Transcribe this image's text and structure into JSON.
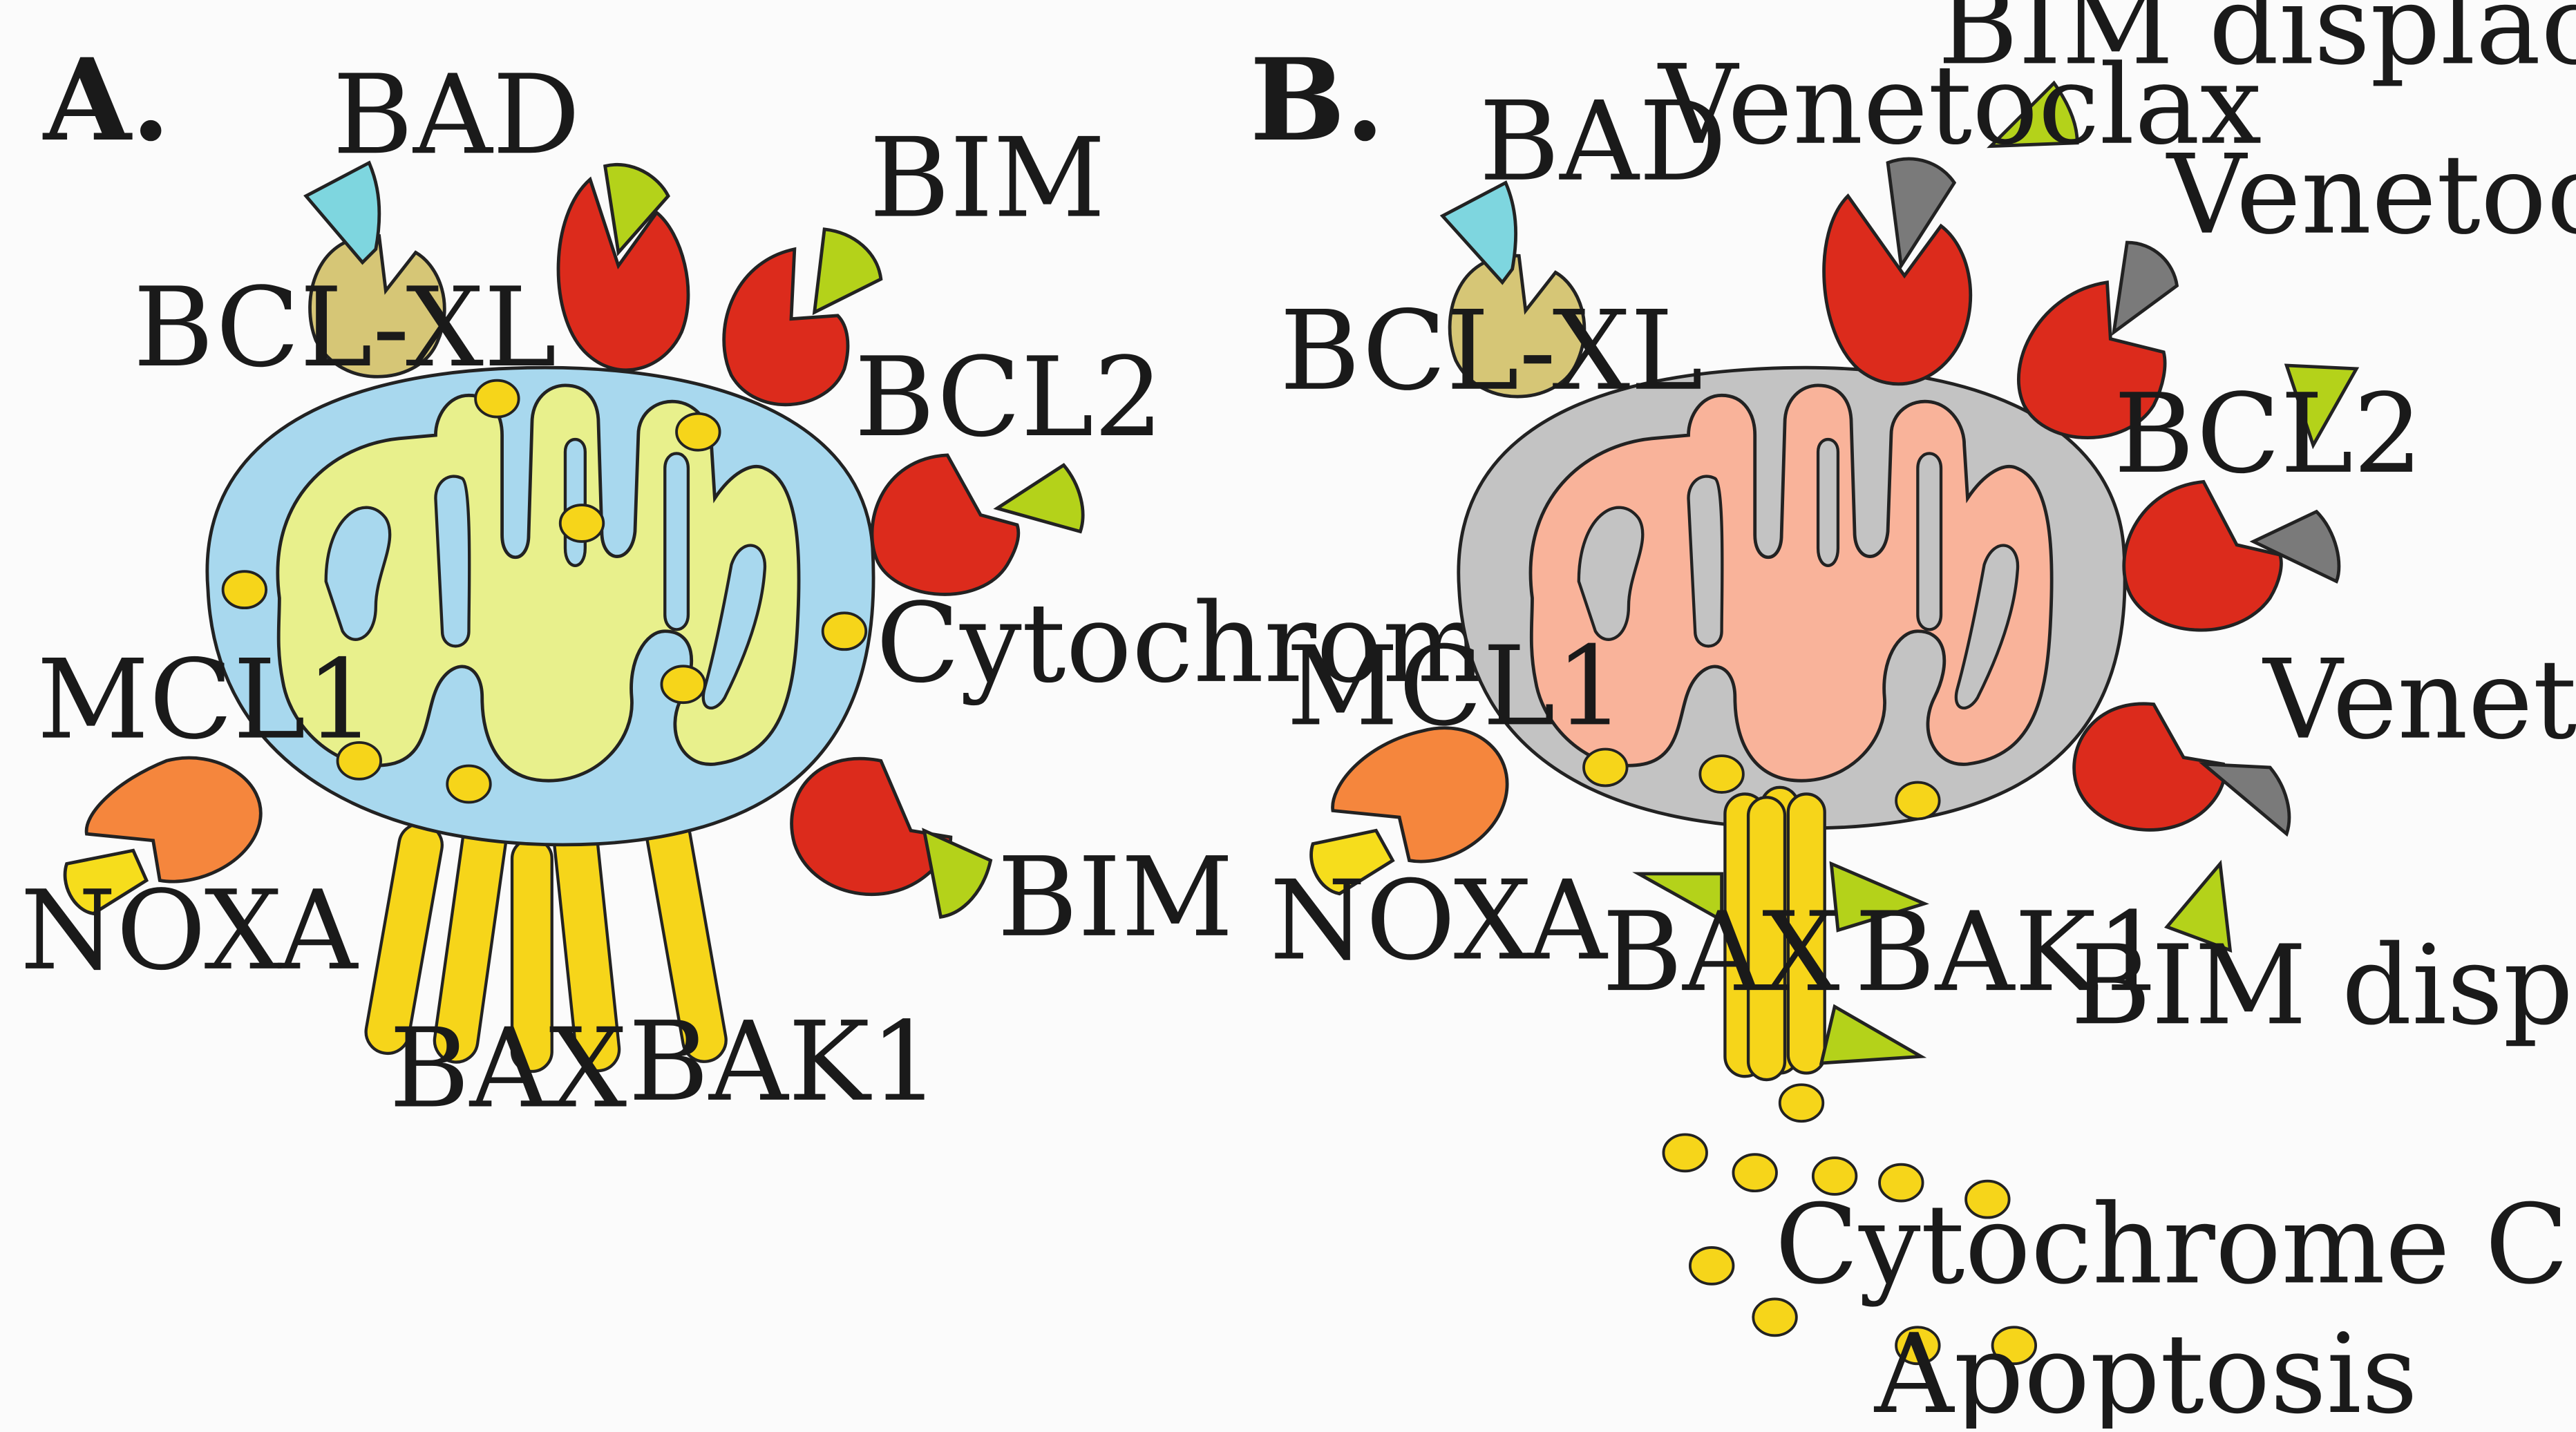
{
  "panels": {
    "a": {
      "panel_label": "A.",
      "labels": {
        "bad": "BAD",
        "bim_top": "BIM",
        "bcl_xl": "BCL-XL",
        "bcl2": "BCL2",
        "cytochrome_c": "Cytochrome C",
        "mcl1": "MCL1",
        "noxa": "NOXA",
        "bim_bottom": "BIM",
        "bax": "BAX",
        "bak1": "BAK1"
      }
    },
    "b": {
      "panel_label": "B.",
      "labels": {
        "bim_displacement_top": "BIM displacement",
        "venetoclax_1": "Venetoclax",
        "bad": "BAD",
        "venetoclax_2": "Venetoclax",
        "bcl_xl": "BCL-XL",
        "bcl2": "BCL2",
        "mcl1": "MCL1",
        "venetoclax_3": "Venetoclax",
        "noxa": "NOXA",
        "bax": "BAX",
        "bak1": "BAK1",
        "bim_displacement_bottom": "BIM displacement",
        "cytochrome_c": "Cytochrome C",
        "apoptosis": "Apoptosis"
      }
    }
  },
  "colors": {
    "mito_outer_a": "#a8d8ee",
    "mito_inner_a": "#e8f08c",
    "mito_outer_b": "#c3c3c3",
    "mito_inner_b": "#f9b39a",
    "bcl2": "#dc2b1c",
    "bcl_xl": "#d6c676",
    "mcl1": "#f5863d",
    "bad": "#7ed6df",
    "bim": "#b4d21a",
    "noxa": "#f6dd1c",
    "venetoclax": "#7a7a7a",
    "cytochrome": "#f6d51a",
    "bax_bak": "#f6d51a"
  }
}
